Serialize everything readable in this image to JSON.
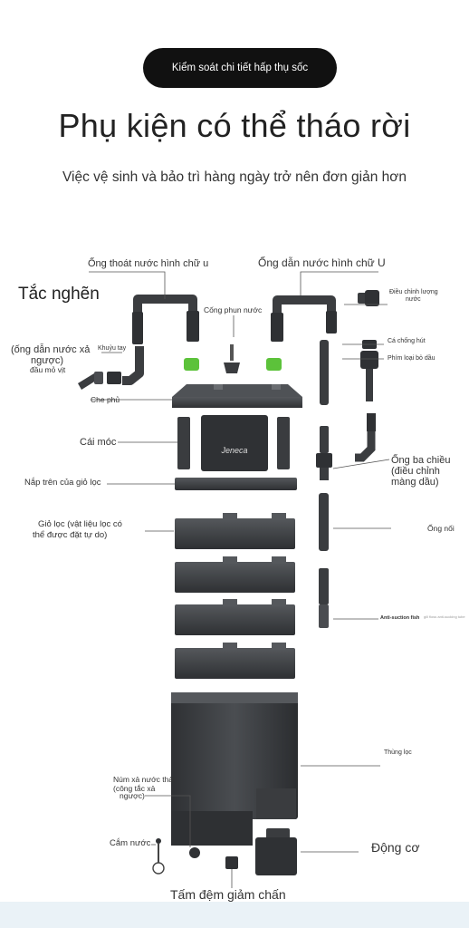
{
  "header": {
    "pill_label": "Kiểm soát chi tiết hấp thụ sốc",
    "title": "Phụ kiện có thể tháo rời",
    "subtitle": "Việc vệ sinh và bảo trì hàng ngày trở nên đơn giản hơn"
  },
  "product": {
    "brand": "Jeneca"
  },
  "labels": {
    "outlet_pipe_u": "Ống thoát nước hình chữ u",
    "inlet_pipe_u": "Ống dẫn nước hình chữ U",
    "blockage": "Tắc nghẽn",
    "spray_tube": "Cống phun nước",
    "flow_adjust_line1": "Điều chỉnh lượng",
    "flow_adjust_line2": "nước",
    "reverse_pipe_line1": "(ống dẫn nước xả",
    "reverse_pipe_line2": "ngược)",
    "handle": "Khuỷu tay",
    "screw_head": "đầu mỏ vịt",
    "suction_cup": "Cá chống hút",
    "oil_film_button": "Phím loại bỏ dầu",
    "cover": "Che phủ",
    "hook": "Cái móc",
    "tee_line1": "Ống ba chiều",
    "tee_line2": "(điều chỉnh",
    "tee_line3": "màng dầu)",
    "top_cover": "Nắp trên của giỏ lọc",
    "basket_line1": "Giỏ lọc (vật liệu lọc có",
    "basket_line2": "thể được đặt tự do)",
    "extension_pipe": "Ống nối",
    "anti_suction_fish": "Anti-suction fish",
    "anti_suction_note": "gill floss anti-sucking tube",
    "filter_tank": "Thùng lọc",
    "drain_line1": "Núm xả nước thải",
    "drain_line2": "(công tắc xả",
    "drain_line3": "ngược)",
    "motor": "Động cơ",
    "water_plug": "Cắm nước",
    "shock_pad": "Tấm đệm giảm chấn"
  },
  "colors": {
    "part_dark": "#3a3c3f",
    "part_mid": "#4a4c50",
    "part_light": "#5c5f63",
    "accent_green": "#5cc23a",
    "line": "#555555",
    "pill_bg": "#111111"
  }
}
